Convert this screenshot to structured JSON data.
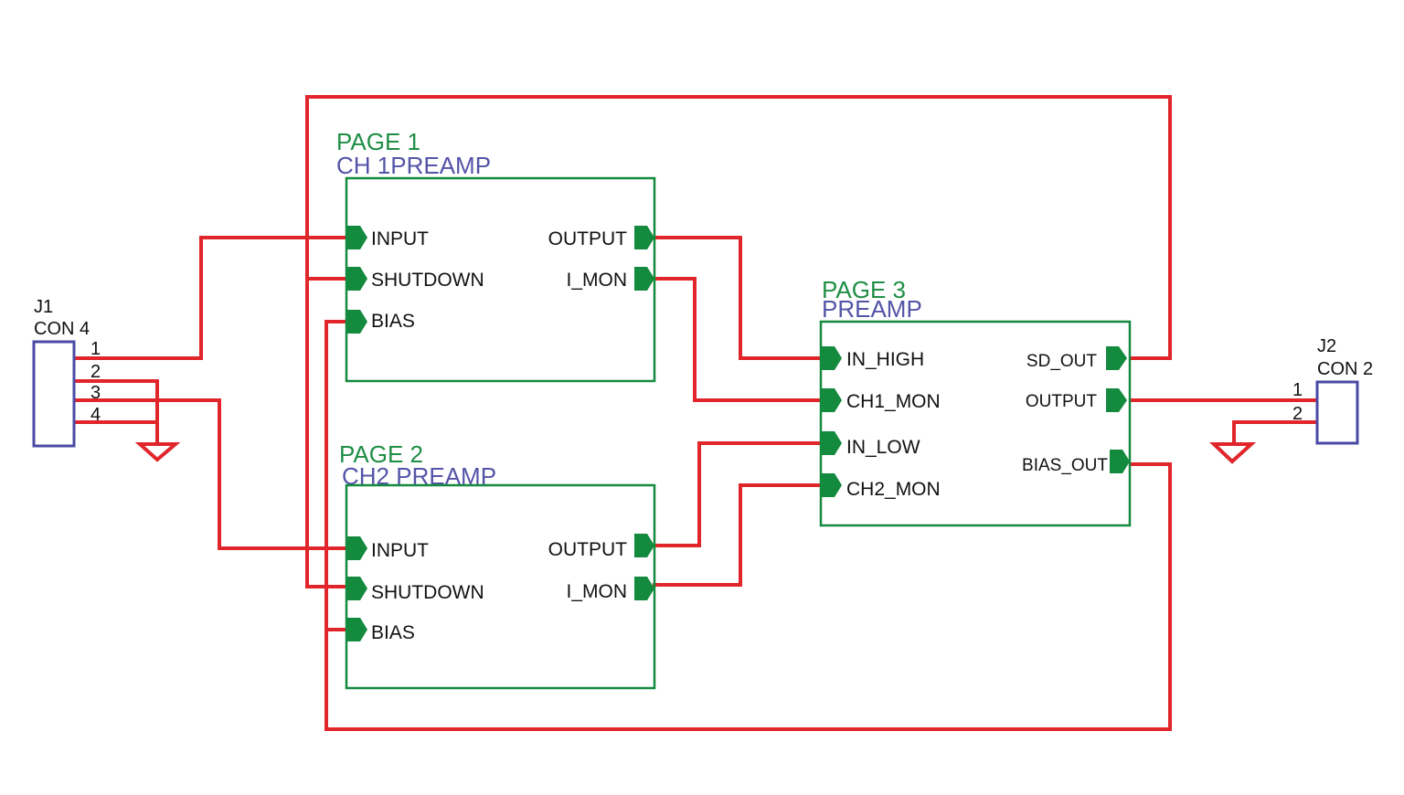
{
  "colors": {
    "wire": "#e0262b",
    "block": "#138a3e",
    "connector": "#4a4aa6"
  },
  "blocks": {
    "page1": {
      "page_label": "PAGE 1",
      "name": "CH 1PREAMP",
      "ports": {
        "input": "INPUT",
        "shutdown": "SHUTDOWN",
        "bias": "BIAS",
        "output": "OUTPUT",
        "i_mon": "I_MON"
      }
    },
    "page2": {
      "page_label": "PAGE 2",
      "name": "CH2 PREAMP",
      "ports": {
        "input": "INPUT",
        "shutdown": "SHUTDOWN",
        "bias": "BIAS",
        "output": "OUTPUT",
        "i_mon": "I_MON"
      }
    },
    "page3": {
      "page_label": "PAGE 3",
      "name": "PREAMP",
      "ports": {
        "in_high": "IN_HIGH",
        "ch1_mon": "CH1_MON",
        "in_low": "IN_LOW",
        "ch2_mon": "CH2_MON",
        "sd_out": "SD_OUT",
        "output": "OUTPUT",
        "bias_out": "BIAS_OUT"
      }
    }
  },
  "connectors": {
    "j1": {
      "ref": "J1",
      "type": "CON 4",
      "pins": [
        "1",
        "2",
        "3",
        "4"
      ]
    },
    "j2": {
      "ref": "J2",
      "type": "CON 2",
      "pins": [
        "1",
        "2"
      ]
    }
  }
}
